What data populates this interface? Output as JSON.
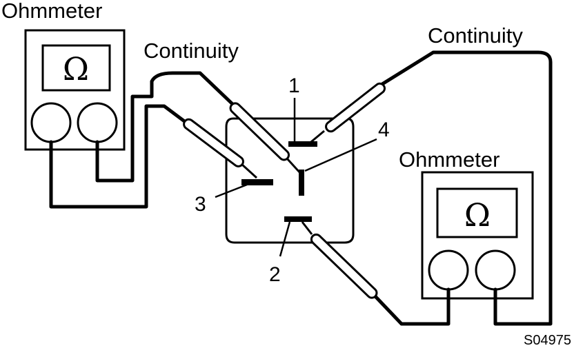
{
  "labels": {
    "ohmmeter_left": "Ohmmeter",
    "ohmmeter_right": "Ohmmeter",
    "continuity_left": "Continuity",
    "continuity_right": "Continuity",
    "terminal_1": "1",
    "terminal_2": "2",
    "terminal_3": "3",
    "terminal_4": "4",
    "figure_code": "S04975"
  },
  "meter_symbol": "Ω",
  "icons": [
    "ohmmeter-icon",
    "test-probe-icon",
    "relay-icon"
  ]
}
